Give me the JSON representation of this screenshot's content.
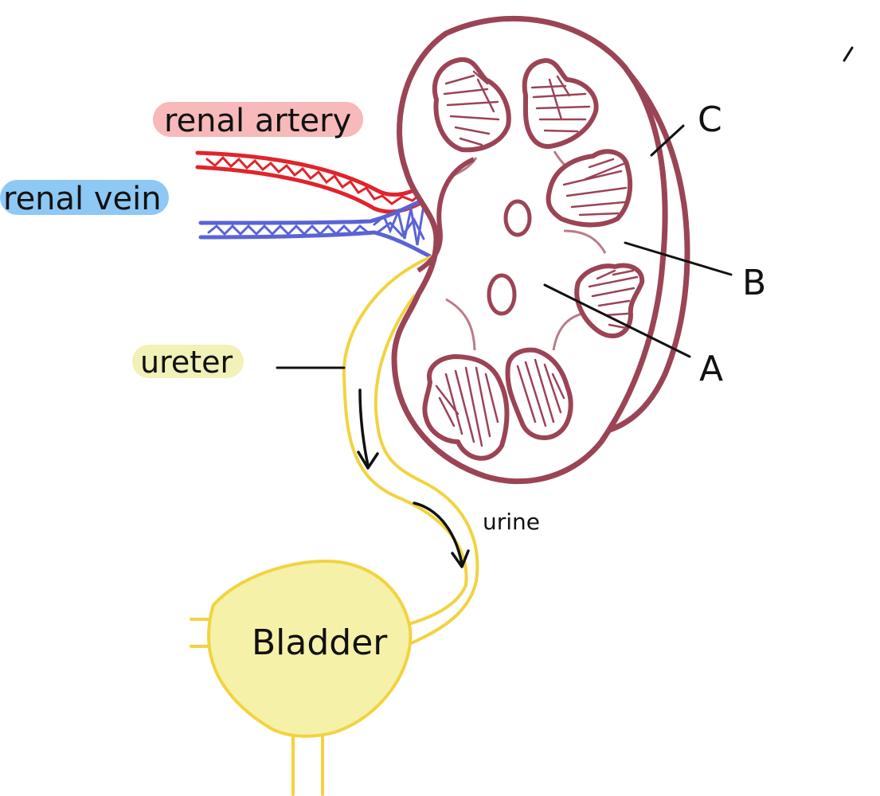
{
  "labels": {
    "renal_artery": "renal artery",
    "renal_vein": "renal vein",
    "ureter": "ureter",
    "urine": "urine",
    "bladder": "Bladder",
    "a": "A",
    "b": "B",
    "c": "C"
  },
  "colors": {
    "kidney_outline": "#9b4456",
    "artery": "#e0242b",
    "vein": "#5a63d6",
    "ureter": "#f2d340",
    "bladder_fill": "#f5f1a8",
    "artery_highlight": "#f7b9b9",
    "vein_highlight": "#8ec8f4",
    "ureter_highlight": "#f1f1b8",
    "leader": "#111111"
  }
}
